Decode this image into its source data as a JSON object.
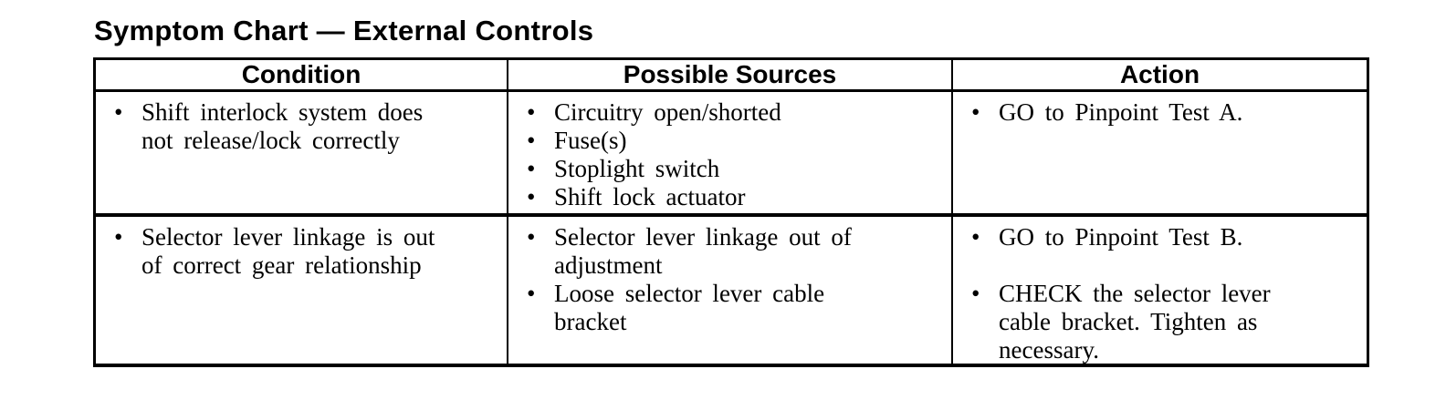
{
  "page": {
    "background_color": "#ffffff",
    "text_color": "#000000"
  },
  "title": "Symptom Chart — External Controls",
  "table": {
    "headers": [
      "Condition",
      "Possible Sources",
      "Action"
    ],
    "rows": [
      {
        "condition": [
          "Shift interlock system does\nnot release/lock correctly"
        ],
        "possible_sources": [
          "Circuitry open/shorted",
          "Fuse(s)",
          "Stoplight switch",
          "Shift lock actuator"
        ],
        "action": [
          "GO to Pinpoint Test A."
        ]
      },
      {
        "condition": [
          "Selector lever linkage is out\nof correct gear relationship"
        ],
        "possible_sources": [
          "Selector lever linkage out of\nadjustment",
          "Loose selector lever cable\nbracket"
        ],
        "action": [
          "GO to Pinpoint Test B.",
          "CHECK the selector lever\ncable bracket. Tighten as\nnecessary."
        ]
      }
    ]
  }
}
